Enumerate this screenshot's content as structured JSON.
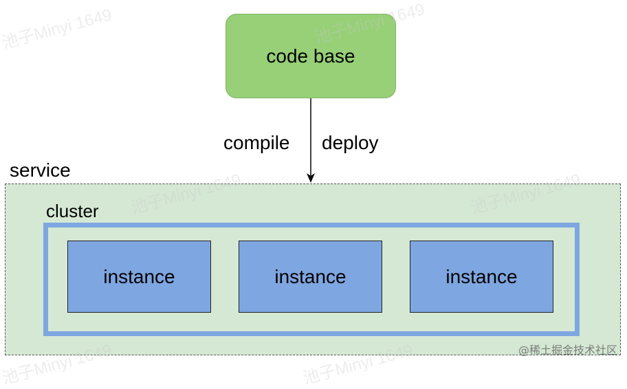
{
  "nodes": {
    "code_base": "code base",
    "service": "service",
    "cluster": "cluster",
    "instances": [
      "instance",
      "instance",
      "instance"
    ]
  },
  "edge": {
    "labels": [
      "compile",
      "deploy"
    ]
  },
  "watermark": "池子Minyi 1649",
  "credit": "@稀土掘金技术社区",
  "colors": {
    "code_base_fill": "#97d077",
    "code_base_stroke": "#82b366",
    "service_fill": "#d5e8d4",
    "cluster_stroke": "#7ea6e0",
    "instance_fill": "#7ea6e0"
  }
}
